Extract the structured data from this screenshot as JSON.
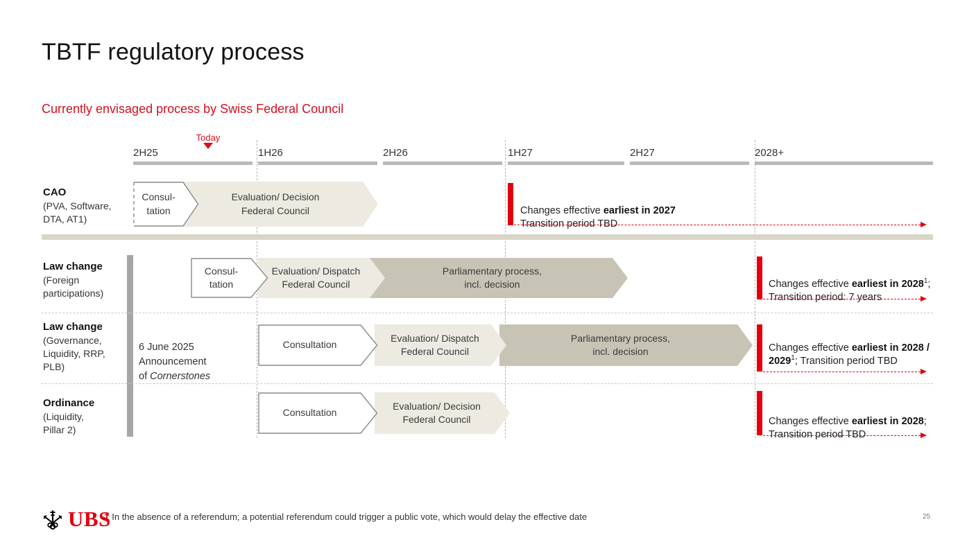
{
  "slide": {
    "title": "TBTF regulatory process",
    "subtitle": "Currently envisaged process by Swiss Federal Council",
    "page_number": "25",
    "logo_text": "UBS",
    "footnote": {
      "marker": "1",
      "text": "In the absence of a referendum; a potential referendum could trigger a public vote, which would delay the effective date"
    }
  },
  "timeline": {
    "today_label": "Today",
    "columns": [
      "2H25",
      "1H26",
      "2H26",
      "1H27",
      "2H27",
      "2028+"
    ]
  },
  "rows": [
    {
      "title": "CAO",
      "subtitle": "(PVA, Software,\nDTA, AT1)",
      "steps": {
        "consultation": "Consul-\ntation",
        "evaluation": "Evaluation/ Decision\nFederal Council"
      },
      "milestone": {
        "pre": "Changes effective ",
        "bold": "earliest in 2027",
        "sup": "",
        "post": "\nTransition period TBD"
      }
    },
    {
      "title": "Law change",
      "subtitle": "(Foreign\nparticipations)",
      "steps": {
        "consultation": "Consul-\ntation",
        "evaluation": "Evaluation/ Dispatch\nFederal Council",
        "parliament": "Parliamentary process,\nincl. decision"
      },
      "milestone": {
        "pre": "Changes effective ",
        "bold": "earliest in 2028",
        "sup": "1",
        "post": "; Transition period: 7 years"
      }
    },
    {
      "title": "Law change",
      "subtitle": "(Governance,\nLiquidity, RRP,\nPLB)",
      "announcement": {
        "pre": "6 June 2025\nAnnouncement\nof ",
        "italic": "Cornerstones"
      },
      "steps": {
        "consultation": "Consultation",
        "evaluation": "Evaluation/ Dispatch\nFederal Council",
        "parliament": "Parliamentary process,\nincl. decision"
      },
      "milestone": {
        "pre": "Changes effective ",
        "bold": "earliest in 2028 / 2029",
        "sup": "1",
        "post": "; Transition period TBD"
      }
    },
    {
      "title": "Ordinance",
      "subtitle": "(Liquidity,\nPillar 2)",
      "steps": {
        "consultation": "Consultation",
        "evaluation": "Evaluation/ Decision\nFederal Council"
      },
      "milestone": {
        "pre": "Changes effective ",
        "bold": "earliest in 2028",
        "sup": "",
        "post": "; Transition period TBD"
      }
    }
  ],
  "colors": {
    "accent_red": "#e2000f",
    "subtitle_red": "#d40f1e",
    "chevron_light": "#eceae1",
    "chevron_dark": "#c8c4b5",
    "divider_beige": "#d9d5c7",
    "header_bar_gray": "#b9b9b9",
    "row_group_bar_gray": "#a6a6a6"
  }
}
